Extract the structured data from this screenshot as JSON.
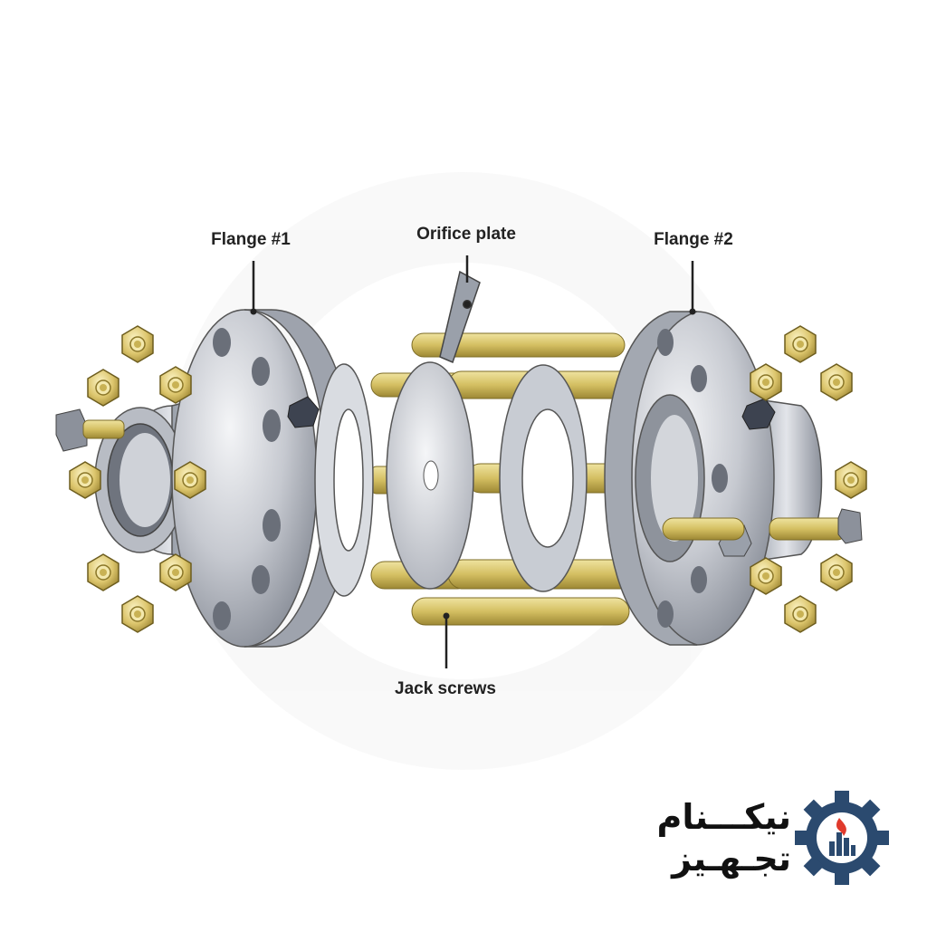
{
  "labels": {
    "flange_1": "Flange #1",
    "orifice_plate": "Orifice plate",
    "flange_2": "Flange #2",
    "jack_screws": "Jack screws"
  },
  "brand": {
    "line_1": "نیکـــنام",
    "line_2": "تجـهـیز"
  },
  "colors": {
    "steel_light": "#e8eaee",
    "steel_mid": "#b9bdc6",
    "steel_dark": "#7a7f8a",
    "brass_light": "#f1e7a8",
    "brass_mid": "#d8c46a",
    "brass_dark": "#a8923a",
    "brand_navy": "#2b4a6f",
    "brand_red": "#e03a2c"
  },
  "icons": [
    "hex-nut-icon",
    "gear-logo-icon",
    "flame-icon"
  ]
}
